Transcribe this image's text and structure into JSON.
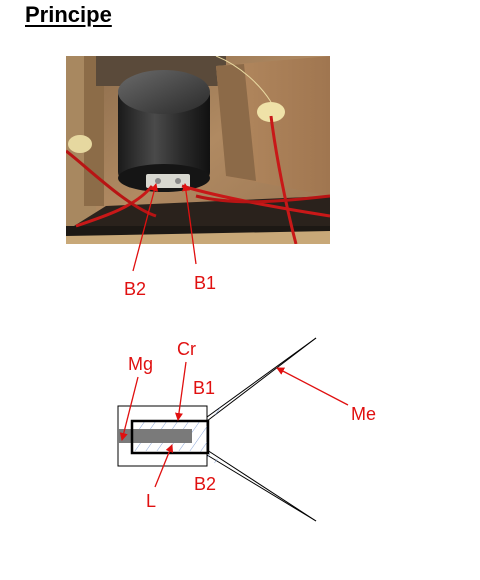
{
  "page": {
    "title": "Principe"
  },
  "photo": {
    "labels": {
      "b2": "B2",
      "b1": "B1"
    }
  },
  "diagram": {
    "labels": {
      "mg": "Mg",
      "cr": "Cr",
      "b1": "B1",
      "me": "Me",
      "l": "L",
      "b2": "B2"
    }
  },
  "colors": {
    "label_red": "#e01010",
    "wire_red": "#c81818",
    "hatch_blue": "#8aa6d8",
    "magnet_gray": "#7a7a7a"
  }
}
